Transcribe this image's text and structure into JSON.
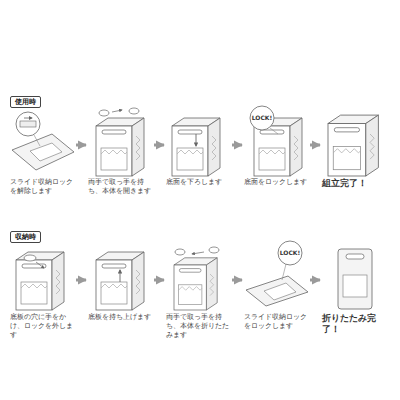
{
  "diagram": {
    "nodes": [
      {
        "text": [
          "使用時"
        ]
      },
      {
        "text": [
          "スライド収納ロックを解除します"
        ]
      },
      {
        "text": [
          "両手で取っ手を持ち、本体を開きます"
        ]
      },
      {
        "text": [
          "底面を下ろします"
        ]
      },
      {
        "text": [
          "底面をロックします"
        ]
      },
      {
        "text": [
          "組立完了！"
        ]
      },
      {
        "text": [
          "収納時"
        ]
      },
      {
        "text": [
          "底板の穴に手をかけ、ロックを外します"
        ]
      },
      {
        "text": [
          "底板を持ち上げます"
        ]
      },
      {
        "text": [
          "両手で取っ手を持ち、本体を折りたたみます"
        ]
      },
      {
        "text": [
          "スライド収納ロックをロックします"
        ]
      },
      {
        "text": [
          "折りたたみ完了！"
        ]
      }
    ],
    "edges": [
      {
        "from": 1,
        "to": 2,
        "arrow": "to"
      },
      {
        "from": 2,
        "to": 3,
        "arrow": "to"
      },
      {
        "from": 3,
        "to": 4,
        "arrow": "to"
      },
      {
        "from": 4,
        "to": 5,
        "arrow": "to"
      },
      {
        "from": 7,
        "to": 8,
        "arrow": "to"
      },
      {
        "from": 8,
        "to": 9,
        "arrow": "to"
      },
      {
        "from": 9,
        "to": 10,
        "arrow": "to"
      },
      {
        "from": 10,
        "to": 11,
        "arrow": "to"
      }
    ],
    "labels": [
      "LOCK!",
      "LOCK!"
    ]
  }
}
